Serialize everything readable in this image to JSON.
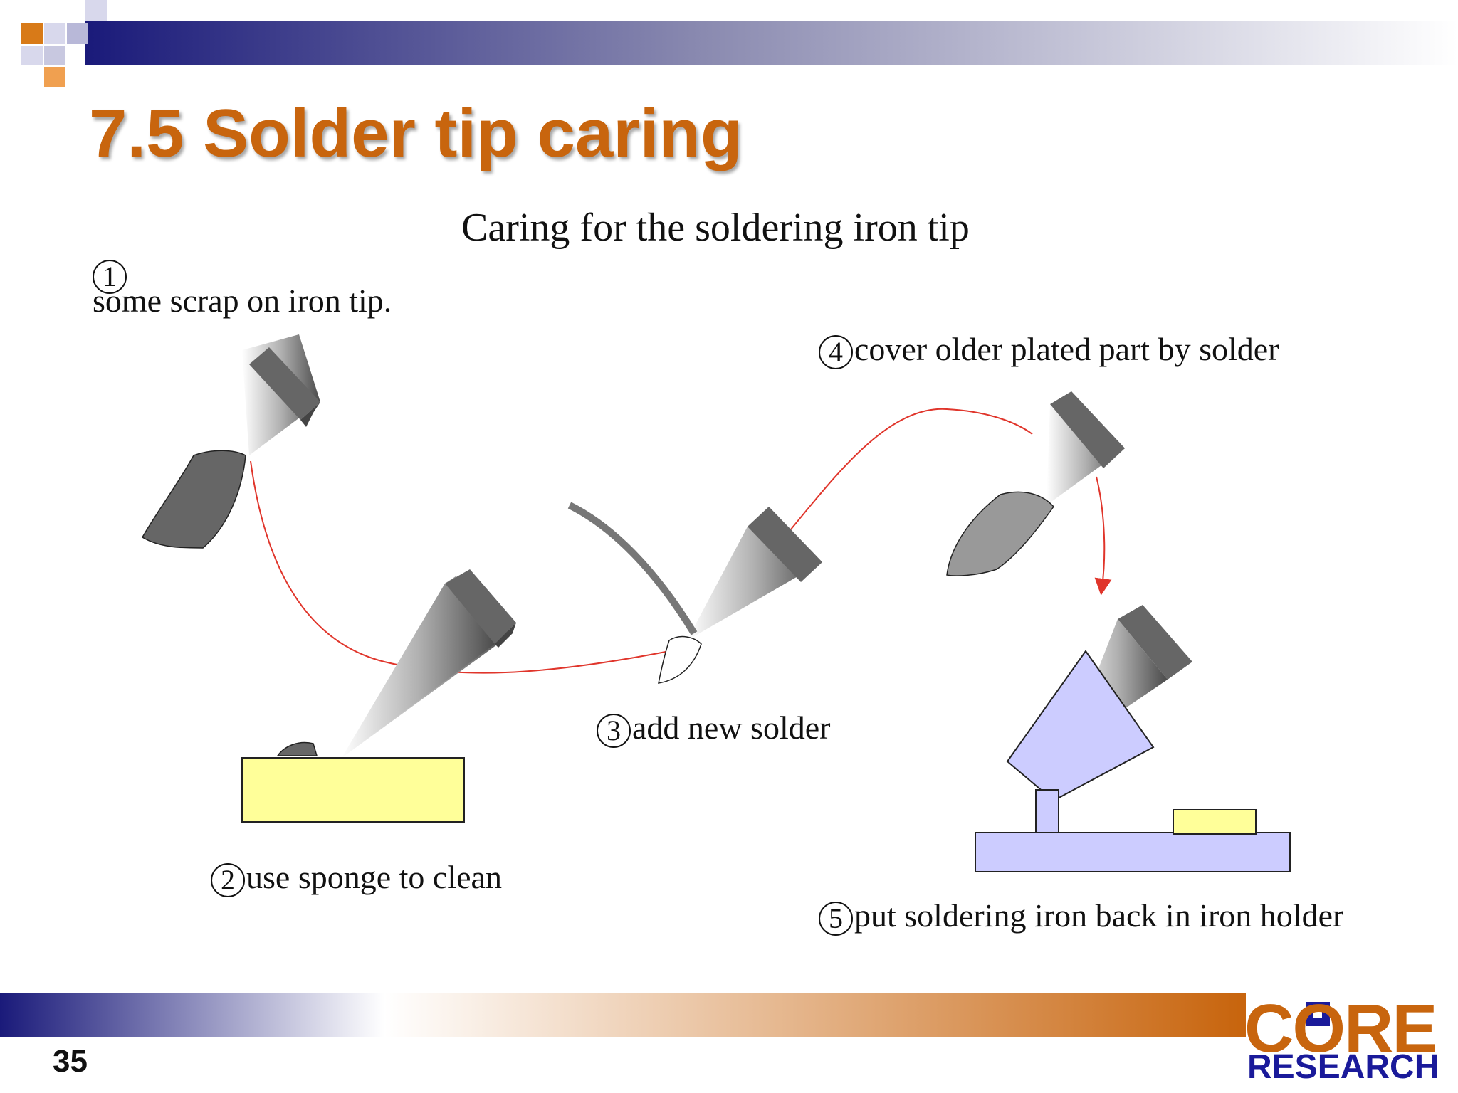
{
  "slide": {
    "title": "7.5 Solder tip caring",
    "subtitle": "Caring for the soldering iron tip",
    "page_number": "35"
  },
  "steps": [
    {
      "number": "1",
      "text": "some scrap on iron tip."
    },
    {
      "number": "2",
      "text": "use sponge to clean"
    },
    {
      "number": "3",
      "text": "add new solder"
    },
    {
      "number": "4",
      "text": "cover older plated part by solder"
    },
    {
      "number": "5",
      "text": "put soldering iron back in iron holder"
    }
  ],
  "logo": {
    "top": "CORE",
    "bottom": "RESEARCH"
  },
  "colors": {
    "title": "#c8650e",
    "header_bar": "#1a1a7a",
    "footer_bar": "#c8650e",
    "arrow": "#e0352b",
    "sponge": "#ffff99",
    "holder": "#ccccff",
    "logo_blue": "#1a1a9a"
  }
}
